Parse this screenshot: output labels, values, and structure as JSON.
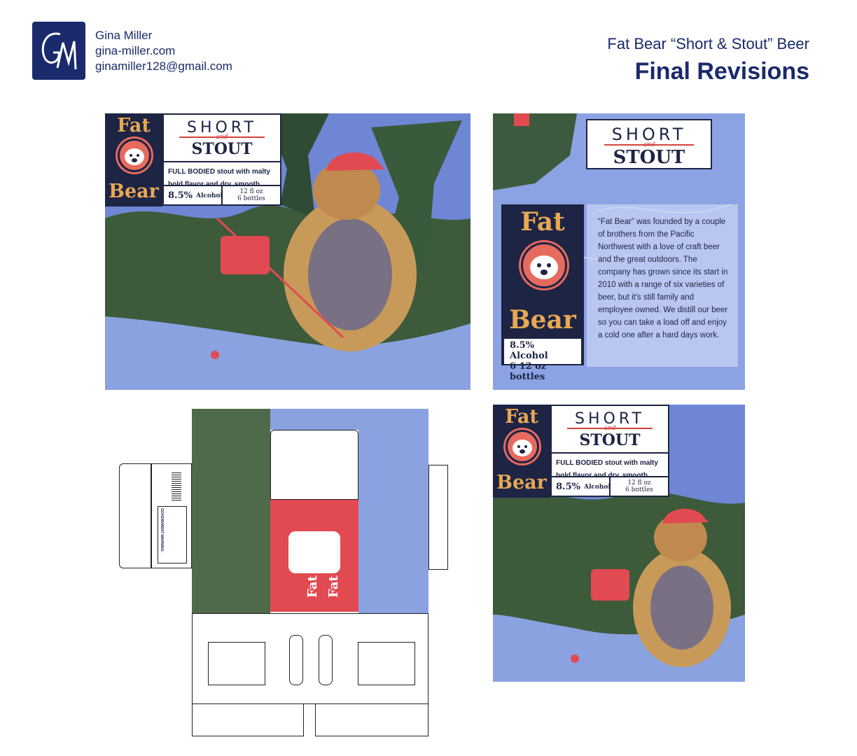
{
  "header": {
    "name": "Gina Miller",
    "website": "gina-miller.com",
    "email": "ginamiller128@gmail.com",
    "project_title": "Fat Bear “Short & Stout” Beer",
    "subtitle": "Final Revisions"
  },
  "brand": {
    "fat": "Fat",
    "bear": "Bear",
    "short": "SHORT",
    "and": "and",
    "stout": "STOUT"
  },
  "front_panel": {
    "desc_bold": "FULL BODIED",
    "desc_rest": " stout with malty bold flavor and dry, smooth finish",
    "alcohol": "8.5%",
    "alcohol_label": "Alcohol",
    "volume": "12 fl oz",
    "count": "6 bottles"
  },
  "side_panel": {
    "alcohol_line": "8.5% Alcohol",
    "bottles_line": "6 12 oz bottles",
    "story": "“Fat Bear” was founded by a couple of brothers from the Pacific Northwest with a love of craft beer and the great outdoors. The company has grown since its start in 2010 with a range of six varieties of beer, but it's still family and employee owned. We distill our beer so you can take a load off and enjoy a cold one after a hard days work."
  },
  "dieline": {
    "handle_text_1": "Fat Bear",
    "handle_text_2": "Fat Bear",
    "warning_title": "GOVERNMENT WARNING:"
  },
  "colors": {
    "navy": "#1d2444",
    "salmon": "#e76a5e",
    "gold": "#e8a752",
    "water": "#8aa2e0",
    "red": "#e24a52"
  }
}
